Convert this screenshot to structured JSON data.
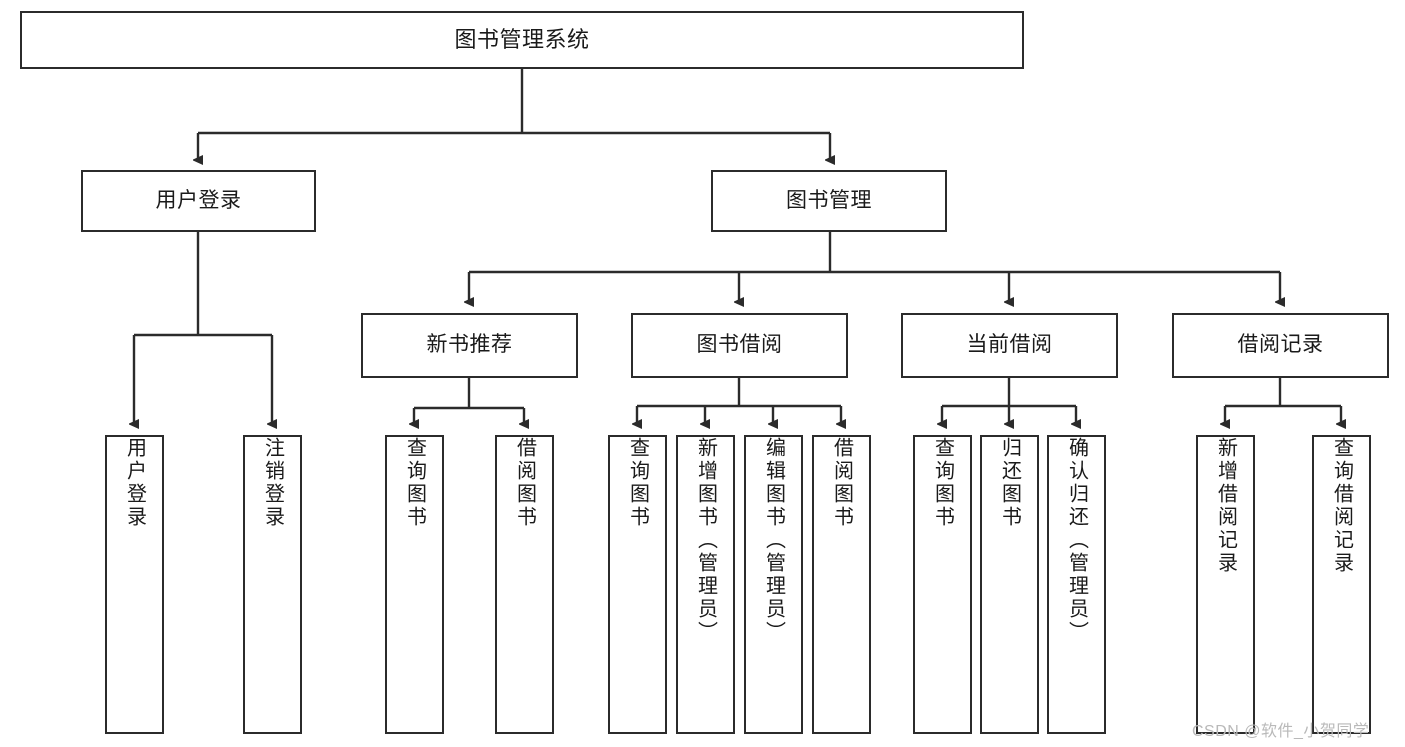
{
  "diagram": {
    "type": "tree-hierarchy-chart",
    "title": "图书管理系统",
    "nodes": {
      "root": {
        "label": "图书管理系统"
      },
      "level2": [
        {
          "id": "user-login",
          "label": "用户登录"
        },
        {
          "id": "book-manage",
          "label": "图书管理"
        }
      ],
      "level3": [
        {
          "id": "new-book-recommend",
          "label": "新书推荐"
        },
        {
          "id": "book-borrow",
          "label": "图书借阅"
        },
        {
          "id": "current-borrow",
          "label": "当前借阅"
        },
        {
          "id": "borrow-record",
          "label": "借阅记录"
        }
      ],
      "leaves": {
        "user-login": [
          {
            "id": "leaf-user-login",
            "label": "用户登录"
          },
          {
            "id": "leaf-logout-login",
            "label": "注销登录"
          }
        ],
        "new-book-recommend": [
          {
            "id": "leaf-query-book-1",
            "label": "查询图书"
          },
          {
            "id": "leaf-borrow-book-1",
            "label": "借阅图书"
          }
        ],
        "book-borrow": [
          {
            "id": "leaf-query-book-2",
            "label": "查询图书"
          },
          {
            "id": "leaf-add-book",
            "label": "新增图书（管理员）"
          },
          {
            "id": "leaf-edit-book",
            "label": "编辑图书（管理员）"
          },
          {
            "id": "leaf-borrow-book-2",
            "label": "借阅图书"
          }
        ],
        "current-borrow": [
          {
            "id": "leaf-query-book-3",
            "label": "查询图书"
          },
          {
            "id": "leaf-return-book",
            "label": "归还图书"
          },
          {
            "id": "leaf-confirm-return",
            "label": "确认归还（管理员）"
          }
        ],
        "borrow-record": [
          {
            "id": "leaf-add-record",
            "label": "新增借阅记录"
          },
          {
            "id": "leaf-query-record",
            "label": "查询借阅记录"
          }
        ]
      }
    },
    "colors": {
      "border": "#2b2b2b",
      "background": "#ffffff",
      "text": "#1a1a1a",
      "connector": "#2b2b2b",
      "watermark": "#b9b9b9"
    }
  },
  "watermark": {
    "text": "CSDN @软件_小贺同学"
  }
}
